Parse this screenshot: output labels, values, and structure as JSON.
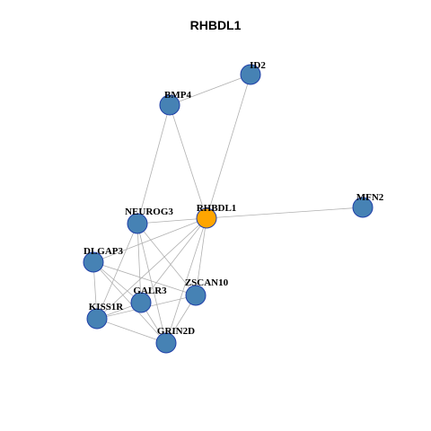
{
  "title": "RHBDL1",
  "colors": {
    "node_default": "#4682B4",
    "node_center": "#FFA500",
    "node_stroke": "#1F3FA8",
    "edge": "#B0B0B0"
  },
  "nodes": [
    {
      "id": "ID2",
      "label": "ID2",
      "center": false
    },
    {
      "id": "BMP4",
      "label": "BMP4",
      "center": false
    },
    {
      "id": "MFN2",
      "label": "MFN2",
      "center": false
    },
    {
      "id": "RHBDL1",
      "label": "RHBDL1",
      "center": true
    },
    {
      "id": "NEUROG3",
      "label": "NEUROG3",
      "center": false
    },
    {
      "id": "DLGAP3",
      "label": "DLGAP3",
      "center": false
    },
    {
      "id": "ZSCAN10",
      "label": "ZSCAN10",
      "center": false
    },
    {
      "id": "GALR3",
      "label": "GALR3",
      "center": false
    },
    {
      "id": "KISS1R",
      "label": "KISS1R",
      "center": false
    },
    {
      "id": "GRIN2D",
      "label": "GRIN2D",
      "center": false
    }
  ],
  "edges": [
    [
      "ID2",
      "BMP4"
    ],
    [
      "ID2",
      "RHBDL1"
    ],
    [
      "BMP4",
      "RHBDL1"
    ],
    [
      "BMP4",
      "NEUROG3"
    ],
    [
      "RHBDL1",
      "MFN2"
    ],
    [
      "RHBDL1",
      "NEUROG3"
    ],
    [
      "RHBDL1",
      "DLGAP3"
    ],
    [
      "RHBDL1",
      "ZSCAN10"
    ],
    [
      "RHBDL1",
      "GALR3"
    ],
    [
      "RHBDL1",
      "KISS1R"
    ],
    [
      "RHBDL1",
      "GRIN2D"
    ],
    [
      "NEUROG3",
      "ZSCAN10"
    ],
    [
      "NEUROG3",
      "GALR3"
    ],
    [
      "NEUROG3",
      "KISS1R"
    ],
    [
      "NEUROG3",
      "GRIN2D"
    ],
    [
      "DLGAP3",
      "ZSCAN10"
    ],
    [
      "DLGAP3",
      "GALR3"
    ],
    [
      "DLGAP3",
      "KISS1R"
    ],
    [
      "DLGAP3",
      "GRIN2D"
    ],
    [
      "ZSCAN10",
      "KISS1R"
    ],
    [
      "ZSCAN10",
      "GRIN2D"
    ],
    [
      "GALR3",
      "GRIN2D"
    ],
    [
      "KISS1R",
      "GRIN2D"
    ],
    [
      "KISS1R",
      "GALR3"
    ]
  ]
}
